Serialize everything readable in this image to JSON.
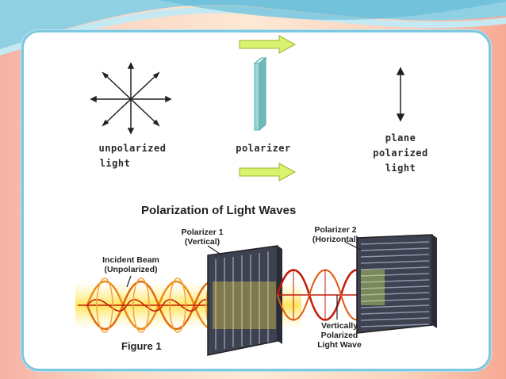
{
  "colors": {
    "frame_border": "#7cc8e0",
    "arrow_fill": "#d8f36f",
    "polarizer_fill": "#9dd6d6",
    "wave_orange": "#f08a12",
    "wave_red": "#c41a0a",
    "filter_dark": "#3d4150"
  },
  "top_diagram": {
    "unpolarized_label": [
      "unpolarized",
      "light"
    ],
    "polarizer_label": "polarizer",
    "plane_label": [
      "plane",
      "polarized",
      "light"
    ]
  },
  "figure": {
    "title": "Polarization of Light Waves",
    "polarizer1": [
      "Polarizer 1",
      "(Vertical)"
    ],
    "polarizer2": [
      "Polarizer 2",
      "(Horizontal)"
    ],
    "incident": [
      "Incident Beam",
      "(Unpolarized)"
    ],
    "vertical_wave": [
      "Vertically",
      "Polarized",
      "Light Wave"
    ],
    "caption": "Figure 1"
  }
}
